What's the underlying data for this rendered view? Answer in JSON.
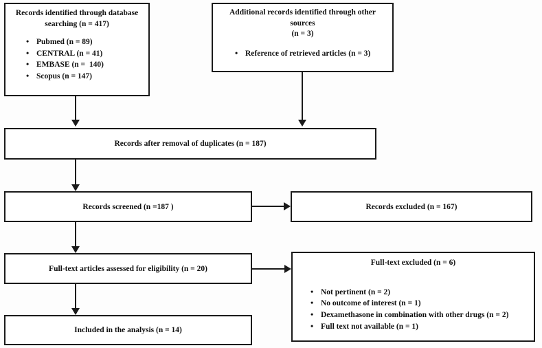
{
  "diagram": {
    "type": "prisma-flow-diagram",
    "line_color": "#1a1a1a",
    "background_color": "#fdfdfd",
    "box_fill": "#ffffff"
  },
  "identification": {
    "database_box": {
      "title_line1": "Records identified through database",
      "title_line2": "searching (n = 417)",
      "items": [
        "Pubmed (n = 89)",
        "CENTRAL (n = 41)",
        "EMBASE (n =  140)",
        "Scopus (n = 147)"
      ]
    },
    "other_sources_box": {
      "title_line1": "Additional records identified through other",
      "title_line2": "sources",
      "title_line3": "(n = 3)",
      "items": [
        "Reference of retrieved articles (n = 3)"
      ]
    }
  },
  "screening": {
    "duplicates_box": {
      "label": "Records after removal of duplicates (n = 187)"
    },
    "screened_box": {
      "label": "Records screened (n =187 )"
    },
    "excluded_box": {
      "label": "Records excluded (n = 167)"
    }
  },
  "eligibility": {
    "fulltext_box": {
      "label": "Full-text articles assessed for eligibility (n = 20)"
    },
    "fulltext_excluded_box": {
      "title": "Full-text excluded (n = 6)",
      "items": [
        "Not pertinent (n = 2)",
        "No outcome of interest (n = 1)",
        "Dexamethasone in combination with other drugs (n = 2)",
        "Full text not available (n = 1)"
      ]
    }
  },
  "included": {
    "included_box": {
      "label": "Included in the analysis (n = 14)"
    }
  }
}
